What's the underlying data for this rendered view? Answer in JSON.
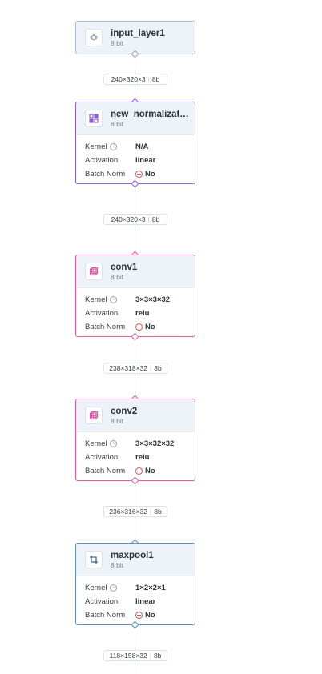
{
  "diagram": {
    "edges": [
      {
        "dims": "240×320×3",
        "bits": "8b"
      },
      {
        "dims": "240×320×3",
        "bits": "8b"
      },
      {
        "dims": "238×318×32",
        "bits": "8b"
      },
      {
        "dims": "236×316×32",
        "bits": "8b"
      },
      {
        "dims": "118×158×32",
        "bits": "8b"
      }
    ],
    "layers": [
      {
        "name": "input_layer1",
        "bits": "8 bit",
        "icon": "input-stack-icon",
        "color": "#8a98ab"
      },
      {
        "name": "new_normalizat…",
        "bits": "8 bit",
        "icon": "normalization-grid-icon",
        "color": "#8b5fd3",
        "kernel_label": "Kernel",
        "kernel": "N/A",
        "activation_label": "Activation",
        "activation": "linear",
        "batchnorm_label": "Batch Norm",
        "batchnorm": "No"
      },
      {
        "name": "conv1",
        "bits": "8 bit",
        "icon": "conv-cube-icon",
        "color": "#dd5aa5",
        "kernel_label": "Kernel",
        "kernel": "3×3×3×32",
        "activation_label": "Activation",
        "activation": "relu",
        "batchnorm_label": "Batch Norm",
        "batchnorm": "No"
      },
      {
        "name": "conv2",
        "bits": "8 bit",
        "icon": "conv-cube-icon",
        "color": "#dd5aa5",
        "kernel_label": "Kernel",
        "kernel": "3×3×32×32",
        "activation_label": "Activation",
        "activation": "relu",
        "batchnorm_label": "Batch Norm",
        "batchnorm": "No"
      },
      {
        "name": "maxpool1",
        "bits": "8 bit",
        "icon": "crop-pool-icon",
        "color": "#3d6fa6",
        "kernel_label": "Kernel",
        "kernel": "1×2×2×1",
        "activation_label": "Activation",
        "activation": "linear",
        "batchnorm_label": "Batch Norm",
        "batchnorm": "No"
      }
    ]
  }
}
